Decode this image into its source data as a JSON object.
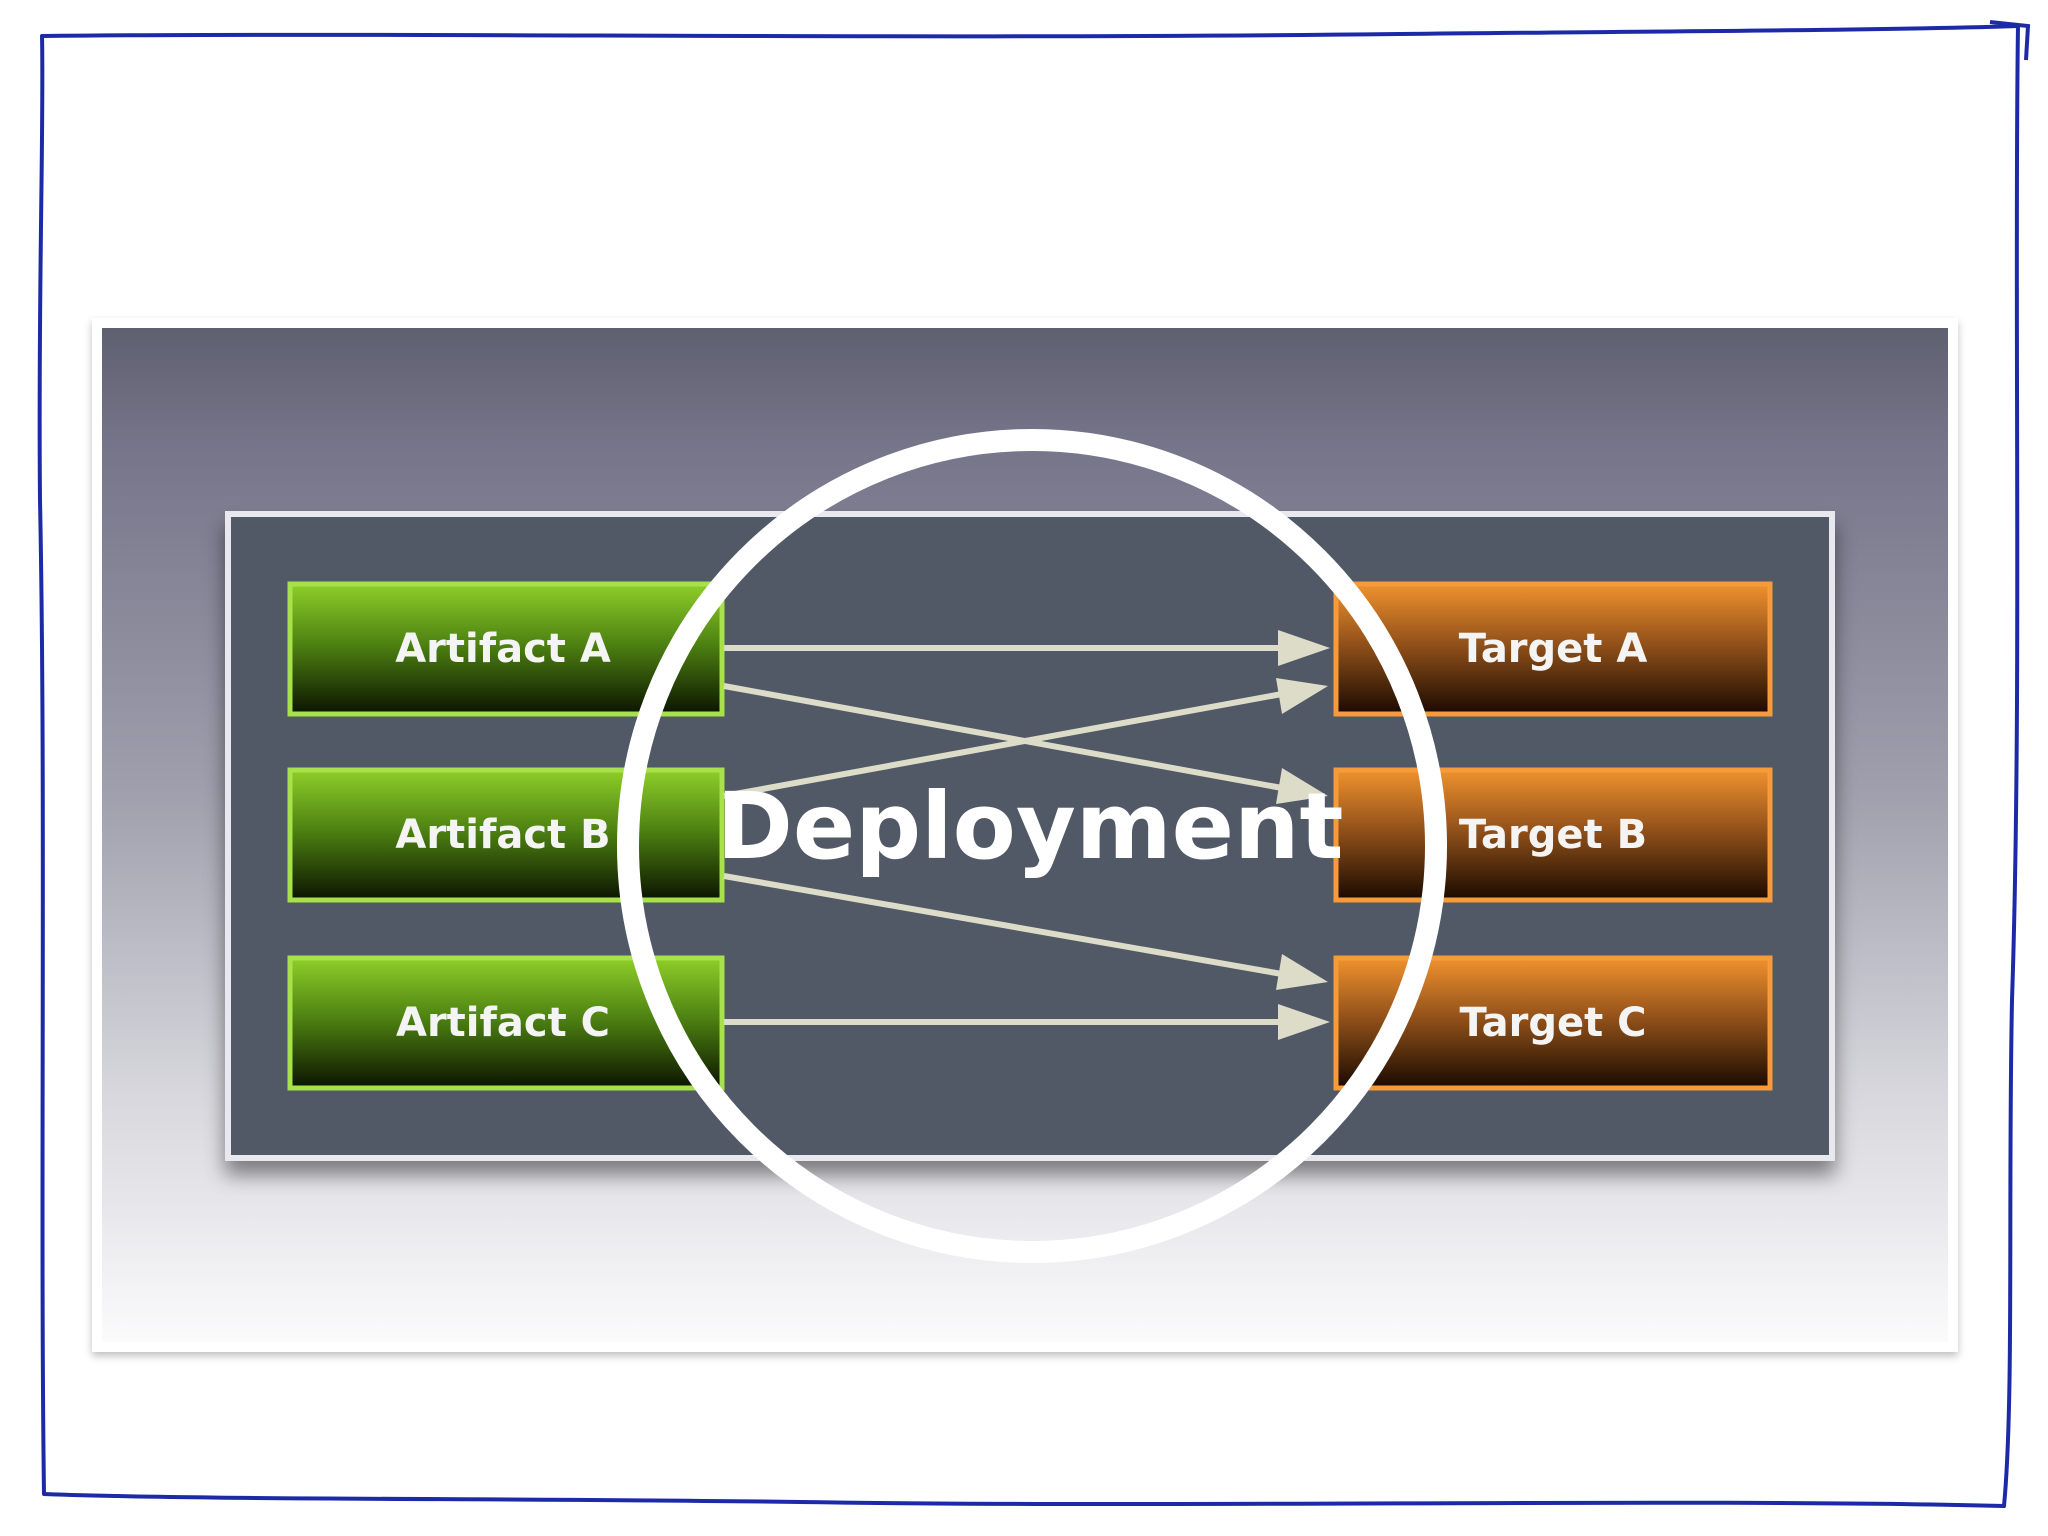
{
  "diagram": {
    "center_label": "Deployment",
    "artifacts": [
      {
        "label": "Artifact A"
      },
      {
        "label": "Artifact B"
      },
      {
        "label": "Artifact C"
      }
    ],
    "targets": [
      {
        "label": "Target A"
      },
      {
        "label": "Target B"
      },
      {
        "label": "Target C"
      }
    ],
    "connections": [
      {
        "from": "Artifact A",
        "to": "Target A"
      },
      {
        "from": "Artifact A",
        "to": "Target B"
      },
      {
        "from": "Artifact B",
        "to": "Target A"
      },
      {
        "from": "Artifact B",
        "to": "Target C"
      },
      {
        "from": "Artifact C",
        "to": "Target C"
      }
    ]
  },
  "colors": {
    "artifact_fill_top": "#8fce2a",
    "artifact_fill_bottom": "#0b1400",
    "artifact_border": "#a7e24a",
    "target_fill_top": "#f0922e",
    "target_fill_bottom": "#1a0a00",
    "target_border": "#f59b3a",
    "arrow": "#dcdcc8",
    "panel": "#515966",
    "sketch_border": "#1c2aa8"
  }
}
